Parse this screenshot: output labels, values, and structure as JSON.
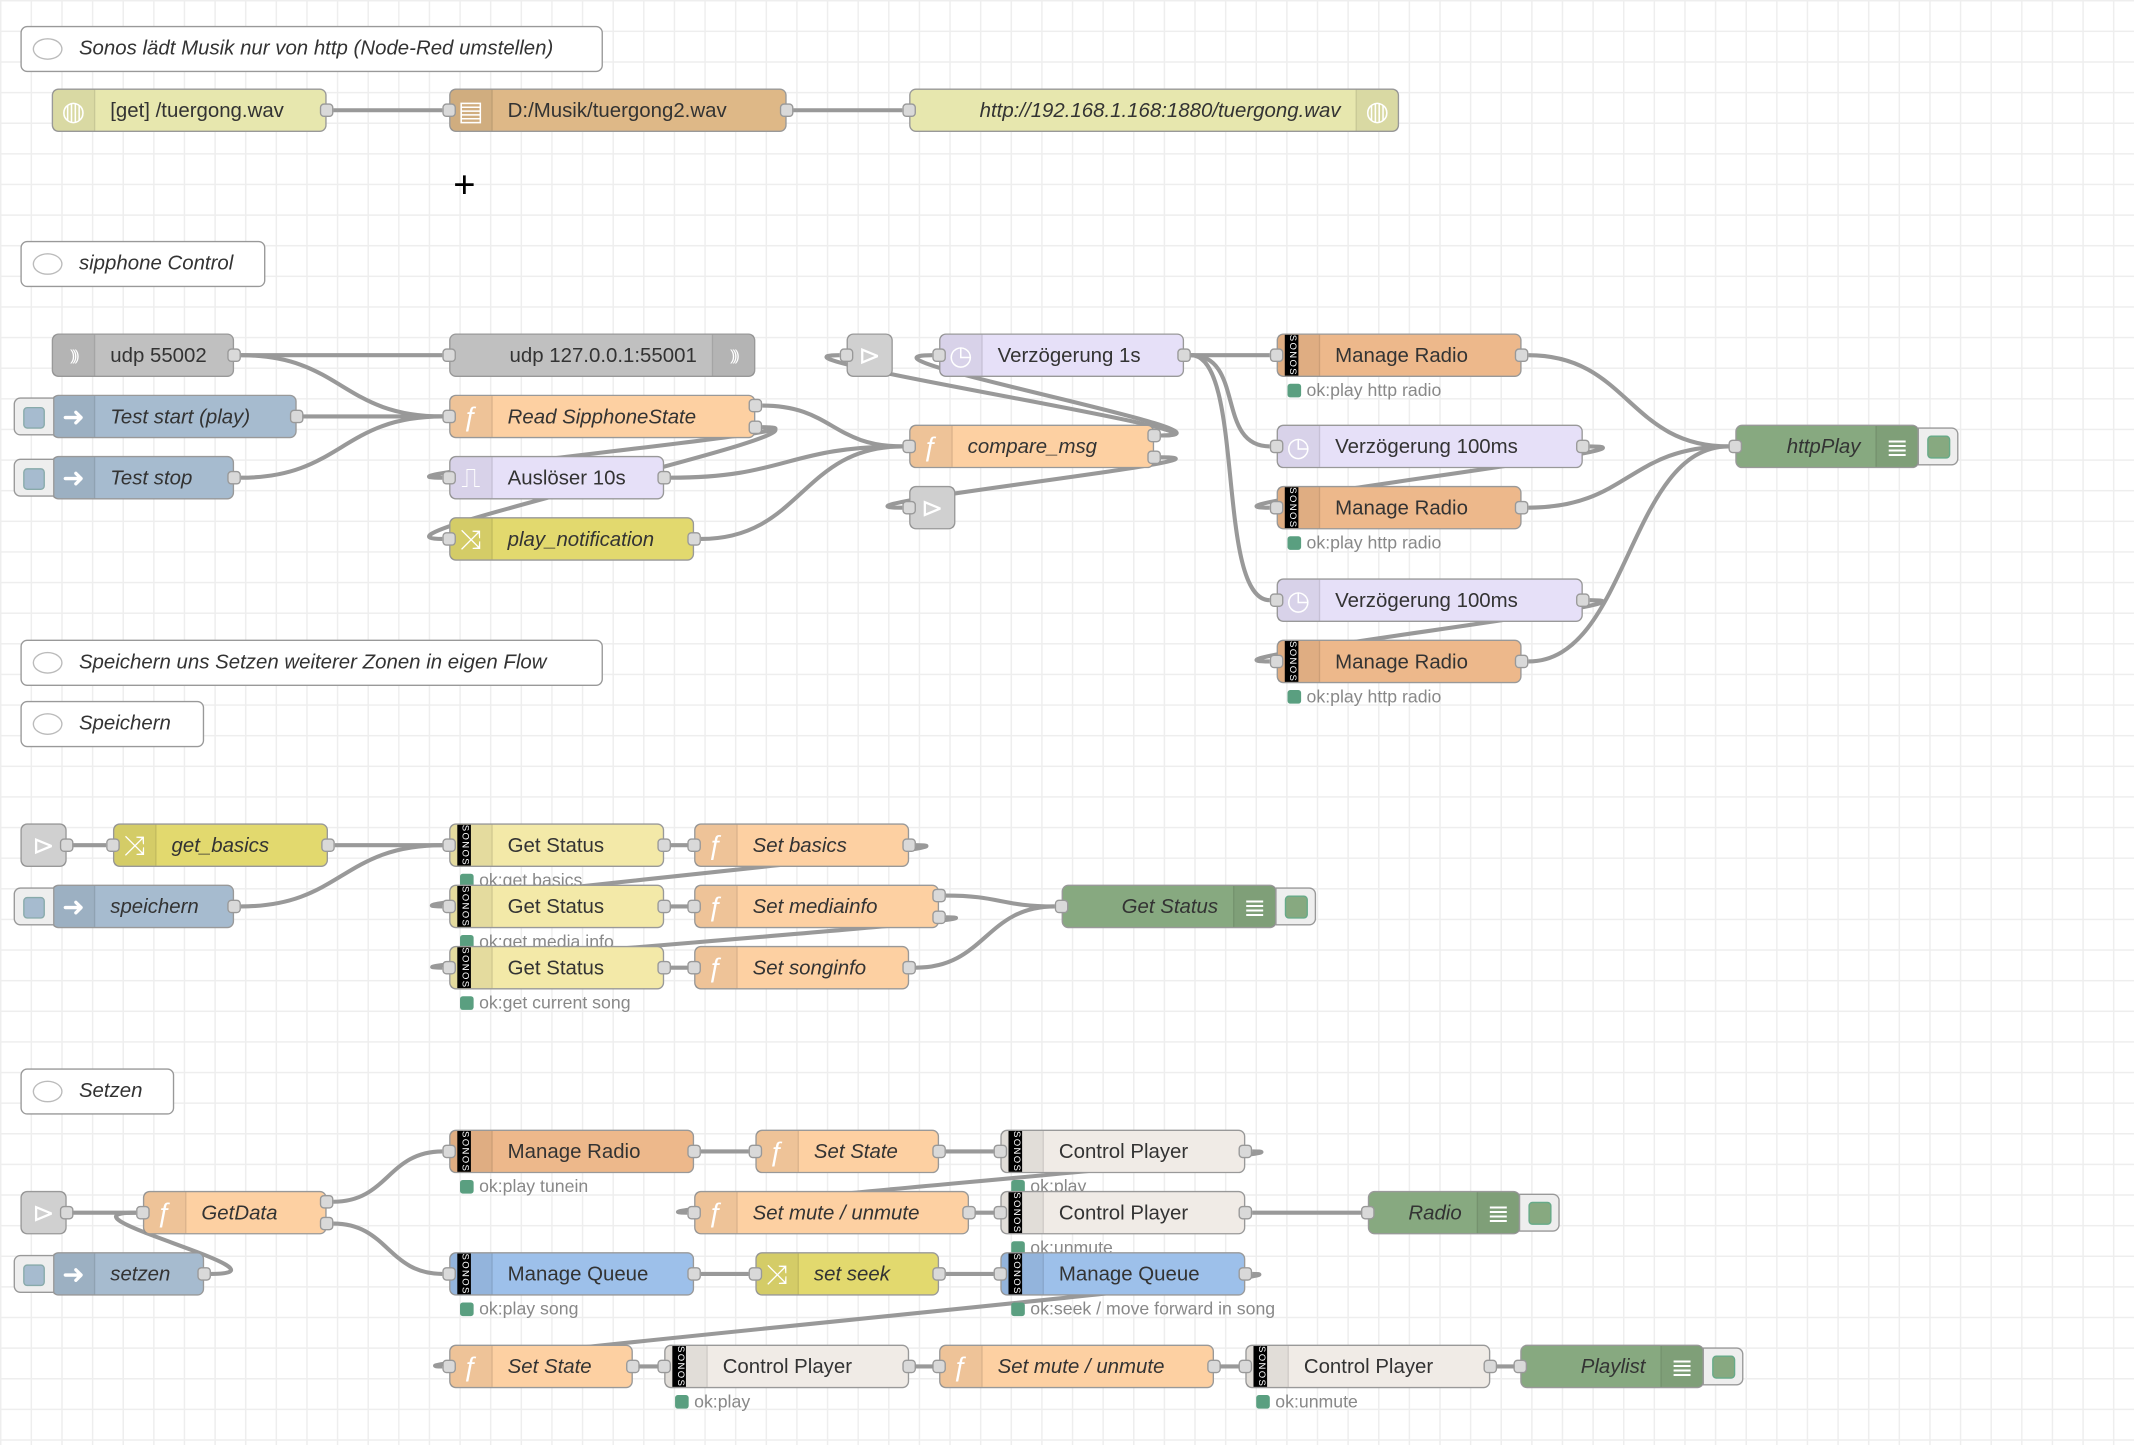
{
  "palette": {
    "http": "#e7e7ae",
    "file": "#deb887",
    "udp": "#c0c0c0",
    "inject": "#a6bbcf",
    "function": "#fdd0a2",
    "delay": "#e6e0f8",
    "change": "#e2d96e",
    "link": "#dddddd",
    "sonos_radio": "#edb88b",
    "sonos_status": "#f3e9a8",
    "sonos_control": "#f0ebe6",
    "sonos_queue": "#9dc0ea",
    "debug": "#87a980",
    "status_ok": "#5a9f80"
  },
  "icons": {
    "http": "globe-icon",
    "file": "file-icon",
    "udp": "udp-icon",
    "inject": "arrow-right-icon",
    "function": "function-icon",
    "delay": "timer-icon",
    "trigger": "trigger-icon",
    "change": "shuffle-icon",
    "link": "link-icon",
    "debug": "list-icon"
  },
  "sonos_logo": "SONOS",
  "comments": [
    {
      "id": "c1",
      "label": "Sonos lädt Musik nur von http (Node-Red umstellen)"
    },
    {
      "id": "c2",
      "label": "sipphone Control"
    },
    {
      "id": "c3",
      "label": "Speichern uns Setzen weiterer Zonen in eigen Flow"
    },
    {
      "id": "c4",
      "label": "Speichern"
    },
    {
      "id": "c5",
      "label": "Setzen"
    }
  ],
  "nodes": [
    {
      "id": "n1",
      "kind": "http",
      "label": "[get] /tuergong.wav"
    },
    {
      "id": "n2",
      "kind": "file",
      "label": "D:/Musik/tuergong2.wav"
    },
    {
      "id": "n3",
      "kind": "http",
      "label": "http://192.168.1.168:1880/tuergong.wav",
      "italic": true
    },
    {
      "id": "n4",
      "kind": "udp",
      "label": "udp 55002"
    },
    {
      "id": "n5",
      "kind": "udp",
      "label": "udp 127.0.0.1:55001"
    },
    {
      "id": "n6",
      "kind": "inject",
      "label": "Test start (play)",
      "italic": true
    },
    {
      "id": "n7",
      "kind": "inject",
      "label": "Test stop",
      "italic": true
    },
    {
      "id": "n8",
      "kind": "function",
      "label": "Read SipphoneState",
      "italic": true,
      "outputs": 2
    },
    {
      "id": "n9",
      "kind": "trigger",
      "label": "Auslöser 10s"
    },
    {
      "id": "n10",
      "kind": "change",
      "label": "play_notification",
      "italic": true
    },
    {
      "id": "n11",
      "kind": "link",
      "label": ""
    },
    {
      "id": "n12",
      "kind": "delay",
      "label": "Verzögerung 1s"
    },
    {
      "id": "n13",
      "kind": "function",
      "label": "compare_msg",
      "italic": true,
      "outputs": 2
    },
    {
      "id": "n14",
      "kind": "link",
      "label": ""
    },
    {
      "id": "n15",
      "kind": "sonos_radio",
      "label": "Manage Radio",
      "status": "ok:play http radio"
    },
    {
      "id": "n16",
      "kind": "delay",
      "label": "Verzögerung 100ms"
    },
    {
      "id": "n17",
      "kind": "sonos_radio",
      "label": "Manage Radio",
      "status": "ok:play http radio"
    },
    {
      "id": "n18",
      "kind": "delay",
      "label": "Verzögerung 100ms"
    },
    {
      "id": "n19",
      "kind": "sonos_radio",
      "label": "Manage Radio",
      "status": "ok:play http radio"
    },
    {
      "id": "n20",
      "kind": "debug",
      "label": "httpPlay",
      "italic": true
    },
    {
      "id": "n21",
      "kind": "link",
      "label": ""
    },
    {
      "id": "n22",
      "kind": "change",
      "label": "get_basics",
      "italic": true
    },
    {
      "id": "n23",
      "kind": "inject",
      "label": "speichern",
      "italic": true
    },
    {
      "id": "n24",
      "kind": "sonos_status",
      "label": "Get Status",
      "status": "ok:get basics"
    },
    {
      "id": "n25",
      "kind": "function",
      "label": "Set basics",
      "italic": true
    },
    {
      "id": "n26",
      "kind": "sonos_status",
      "label": "Get Status",
      "status": "ok:get media info"
    },
    {
      "id": "n27",
      "kind": "function",
      "label": "Set mediainfo",
      "italic": true,
      "outputs": 2
    },
    {
      "id": "n28",
      "kind": "sonos_status",
      "label": "Get Status",
      "status": "ok:get current song"
    },
    {
      "id": "n29",
      "kind": "function",
      "label": "Set songinfo",
      "italic": true
    },
    {
      "id": "n30",
      "kind": "debug",
      "label": "Get Status",
      "italic": true
    },
    {
      "id": "n31",
      "kind": "link",
      "label": ""
    },
    {
      "id": "n32",
      "kind": "function",
      "label": "GetData",
      "italic": true,
      "outputs": 2
    },
    {
      "id": "n33",
      "kind": "inject",
      "label": "setzen",
      "italic": true
    },
    {
      "id": "n34",
      "kind": "sonos_radio",
      "label": "Manage Radio",
      "status": "ok:play tunein"
    },
    {
      "id": "n35",
      "kind": "function",
      "label": "Set State",
      "italic": true
    },
    {
      "id": "n36",
      "kind": "sonos_control",
      "label": "Control Player",
      "status": "ok:play"
    },
    {
      "id": "n37",
      "kind": "function",
      "label": "Set mute / unmute",
      "italic": true
    },
    {
      "id": "n38",
      "kind": "sonos_control",
      "label": "Control Player",
      "status": "ok:unmute"
    },
    {
      "id": "n39",
      "kind": "debug",
      "label": "Radio",
      "italic": true
    },
    {
      "id": "n40",
      "kind": "sonos_queue",
      "label": "Manage Queue",
      "status": "ok:play song"
    },
    {
      "id": "n41",
      "kind": "change",
      "label": "set seek",
      "italic": true
    },
    {
      "id": "n42",
      "kind": "sonos_queue",
      "label": "Manage Queue",
      "status": "ok:seek / move forward in song"
    },
    {
      "id": "n43",
      "kind": "function",
      "label": "Set State",
      "italic": true
    },
    {
      "id": "n44",
      "kind": "sonos_control",
      "label": "Control Player",
      "status": "ok:play"
    },
    {
      "id": "n45",
      "kind": "function",
      "label": "Set mute / unmute",
      "italic": true
    },
    {
      "id": "n46",
      "kind": "sonos_control",
      "label": "Control Player",
      "status": "ok:unmute"
    },
    {
      "id": "n47",
      "kind": "debug",
      "label": "Playlist",
      "italic": true
    }
  ],
  "wires": [
    [
      "n1",
      0,
      "n2"
    ],
    [
      "n2",
      0,
      "n3"
    ],
    [
      "n4",
      0,
      "n5"
    ],
    [
      "n4",
      0,
      "n8"
    ],
    [
      "n6",
      0,
      "n8"
    ],
    [
      "n7",
      0,
      "n8"
    ],
    [
      "n8",
      0,
      "n13"
    ],
    [
      "n8",
      1,
      "n9"
    ],
    [
      "n8",
      1,
      "n10"
    ],
    [
      "n9",
      0,
      "n13"
    ],
    [
      "n10",
      0,
      "n13"
    ],
    [
      "n13",
      0,
      "n11"
    ],
    [
      "n13",
      0,
      "n12"
    ],
    [
      "n13",
      1,
      "n14"
    ],
    [
      "n12",
      0,
      "n15"
    ],
    [
      "n12",
      0,
      "n16"
    ],
    [
      "n12",
      0,
      "n18"
    ],
    [
      "n16",
      0,
      "n17"
    ],
    [
      "n18",
      0,
      "n19"
    ],
    [
      "n15",
      0,
      "n20"
    ],
    [
      "n17",
      0,
      "n20"
    ],
    [
      "n19",
      0,
      "n20"
    ],
    [
      "n21",
      0,
      "n22"
    ],
    [
      "n22",
      0,
      "n24"
    ],
    [
      "n23",
      0,
      "n24"
    ],
    [
      "n24",
      0,
      "n25"
    ],
    [
      "n25",
      0,
      "n26"
    ],
    [
      "n26",
      0,
      "n27"
    ],
    [
      "n27",
      0,
      "n30"
    ],
    [
      "n27",
      1,
      "n28"
    ],
    [
      "n28",
      0,
      "n29"
    ],
    [
      "n29",
      0,
      "n30"
    ],
    [
      "n31",
      0,
      "n32"
    ],
    [
      "n33",
      0,
      "n32"
    ],
    [
      "n32",
      0,
      "n34"
    ],
    [
      "n32",
      1,
      "n40"
    ],
    [
      "n34",
      0,
      "n35"
    ],
    [
      "n35",
      0,
      "n36"
    ],
    [
      "n36",
      0,
      "n37"
    ],
    [
      "n37",
      0,
      "n38"
    ],
    [
      "n38",
      0,
      "n39"
    ],
    [
      "n40",
      0,
      "n41"
    ],
    [
      "n41",
      0,
      "n42"
    ],
    [
      "n42",
      0,
      "n43"
    ],
    [
      "n43",
      0,
      "n44"
    ],
    [
      "n44",
      0,
      "n45"
    ],
    [
      "n45",
      0,
      "n46"
    ],
    [
      "n46",
      0,
      "n47"
    ]
  ]
}
